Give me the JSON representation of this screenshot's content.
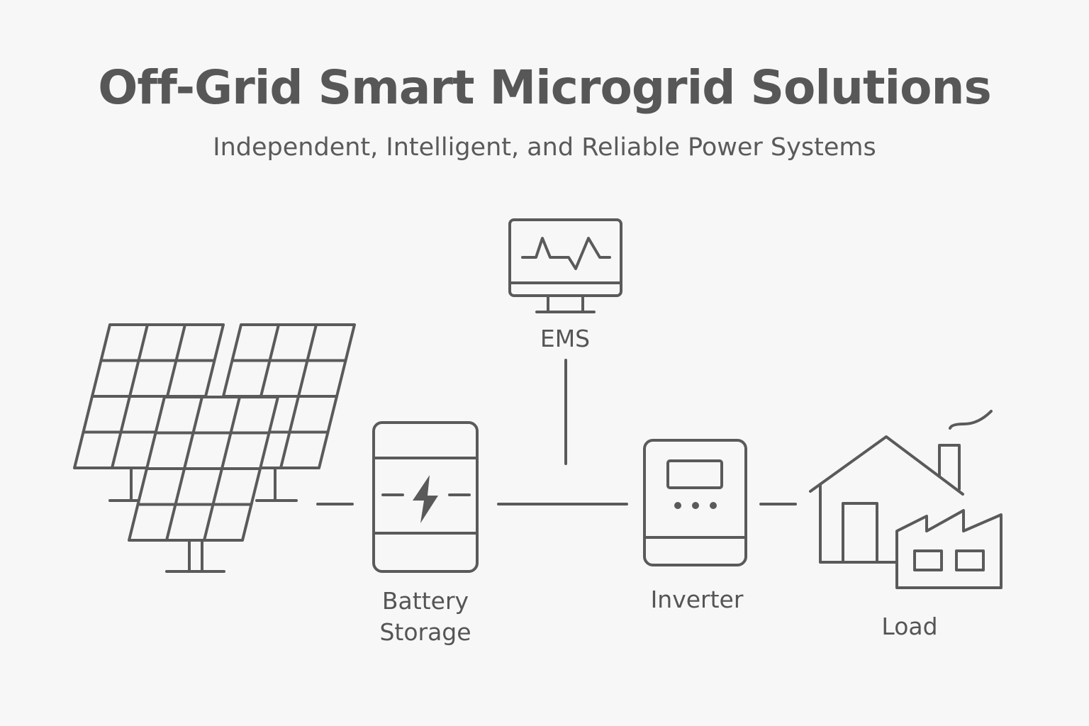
{
  "header": {
    "title": "Off-Grid Smart Microgrid Solutions",
    "subtitle": "Independent, Intelligent, and Reliable Power Systems"
  },
  "nodes": {
    "ems": {
      "label": "EMS",
      "icon": "monitor-icon"
    },
    "battery": {
      "label_line1": "Battery",
      "label_line2": "Storage",
      "icon": "battery-icon"
    },
    "inverter": {
      "label": "Inverter",
      "icon": "inverter-icon"
    },
    "load": {
      "label": "Load",
      "icon": "house-factory-icon"
    },
    "solar": {
      "icon": "solar-panels-icon"
    }
  },
  "colors": {
    "stroke": "#5a5a5a",
    "background": "#f7f7f7"
  }
}
